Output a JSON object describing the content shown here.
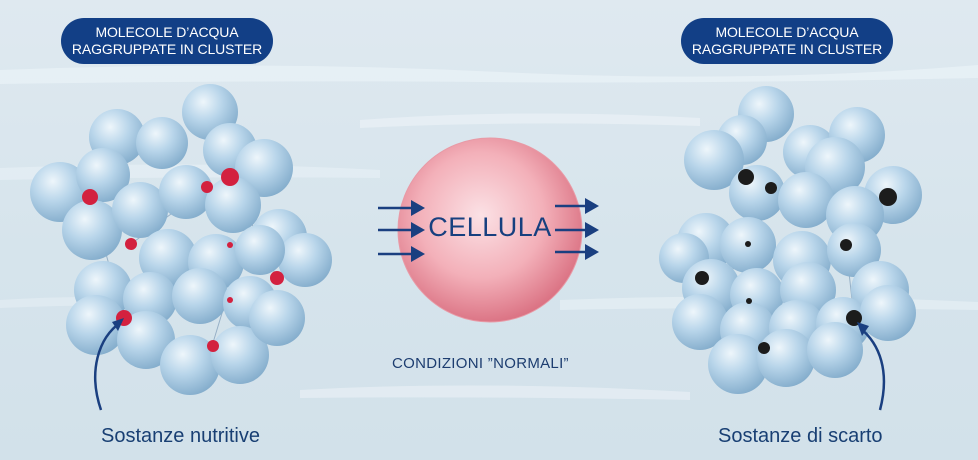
{
  "left_cluster": {
    "title_line1": "MOLECOLE D’ACQUA",
    "title_line2": "RAGGRUPPATE IN CLUSTER",
    "caption": "Sostanze nutritive",
    "particle_color": "#d3213f"
  },
  "right_cluster": {
    "title_line1": "MOLECOLE D’ACQUA",
    "title_line2": "RAGGRUPPATE IN CLUSTER",
    "caption": "Sostanze di scarto",
    "particle_color": "#1c1c1c"
  },
  "cell": {
    "label": "CELLULA",
    "color": "#f0a3ad"
  },
  "condition_label": "CONDIZIONI ”NORMALI”",
  "colors": {
    "accent": "#123f86",
    "arrow": "#1a3f80",
    "molecule": "#a9cbe3"
  }
}
